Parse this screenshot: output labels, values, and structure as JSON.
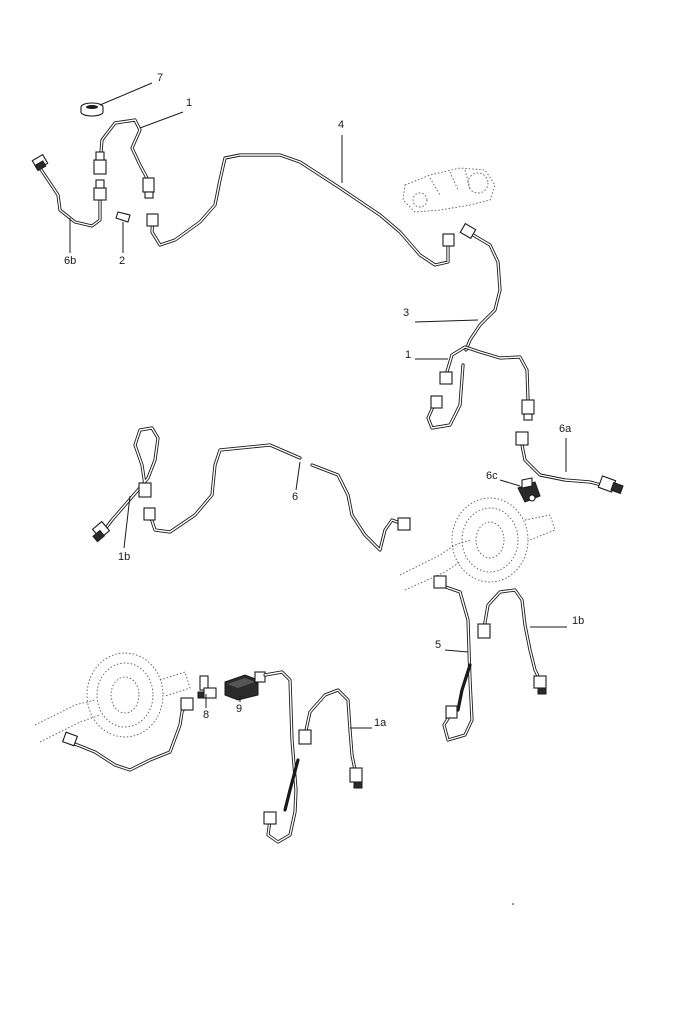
{
  "callouts": {
    "c7": "7",
    "c1_top": "1",
    "c4": "4",
    "c6b": "6b",
    "c2": "2",
    "c3": "3",
    "c1_mid": "1",
    "c6a": "6a",
    "c6c": "6c",
    "c6": "6",
    "c1b_left": "1b",
    "c1b_right": "1b",
    "c5": "5",
    "c8": "8",
    "c9": "9",
    "c1a": "1a"
  }
}
